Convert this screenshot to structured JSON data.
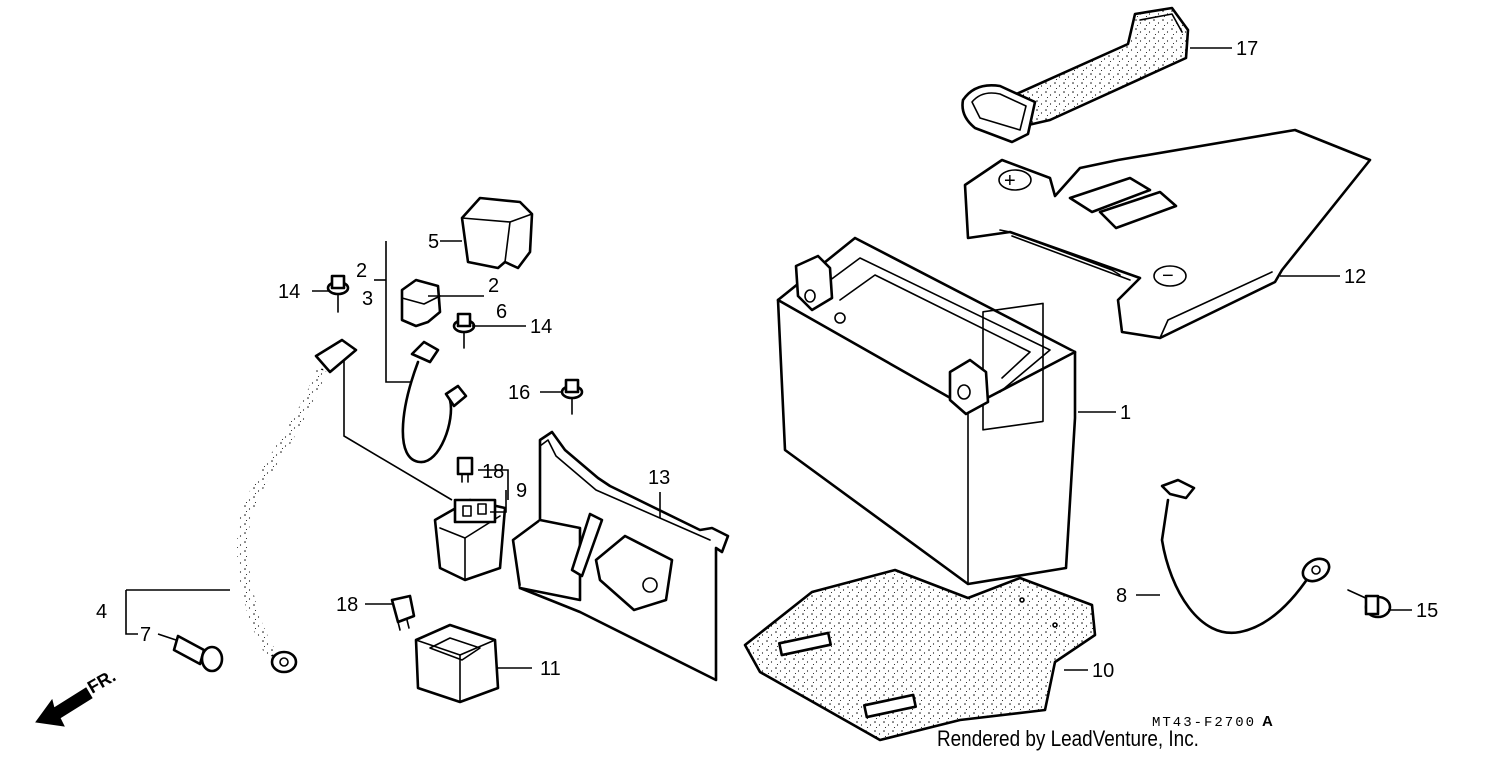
{
  "callouts": {
    "c1": "1",
    "c2a": "2",
    "c2b": "2",
    "c3": "3",
    "c4": "4",
    "c5": "5",
    "c6": "6",
    "c7": "7",
    "c8": "8",
    "c9": "9",
    "c10": "10",
    "c11": "11",
    "c12": "12",
    "c13": "13",
    "c14a": "14",
    "c14b": "14",
    "c15": "15",
    "c16": "16",
    "c17": "17",
    "c18a": "18",
    "c18b": "18"
  },
  "direction_label": "FR.",
  "diagram_code": "MT43-F2700",
  "diagram_code_suffix": "A",
  "credit": "Rendered by LeadVenture, Inc."
}
